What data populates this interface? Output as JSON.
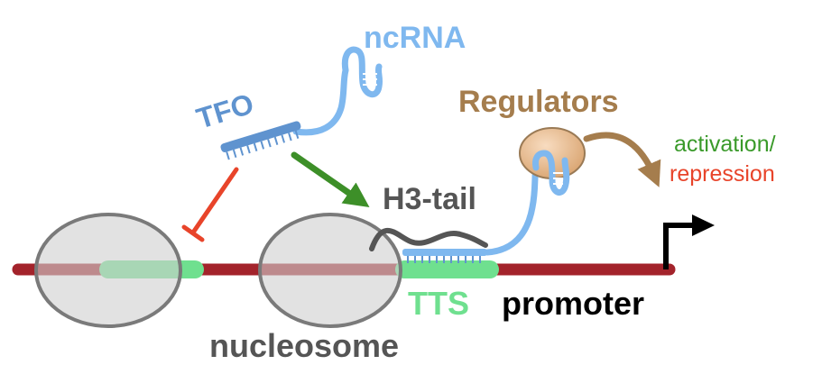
{
  "labels": {
    "ncrna": "ncRNA",
    "tfo": "TFO",
    "regulators": "Regulators",
    "activation": "activation/",
    "repression": "repression",
    "h3_tail": "H3-tail",
    "tts": "TTS",
    "promoter": "promoter",
    "nucleosome": "nucleosome"
  },
  "colors": {
    "dna": "#a3232b",
    "rna": "#7fb8ef",
    "rna_dark": "#5f93cf",
    "tts_green": "#6fe08f",
    "histone_tail": "#555555",
    "nucleosome_fill": "#d9d9d9",
    "nucleosome_stroke": "#7a7a7a",
    "regulator_fill": "#e8b88a",
    "regulator_stroke": "#9a7a55",
    "regulator_text": "#a57d4d",
    "activation": "#3a9a2a",
    "repression": "#e8442a",
    "inhibit": "#e8442a",
    "arrow_green": "#3d8f28",
    "promoter": "#000000",
    "label_gray": "#555555"
  }
}
